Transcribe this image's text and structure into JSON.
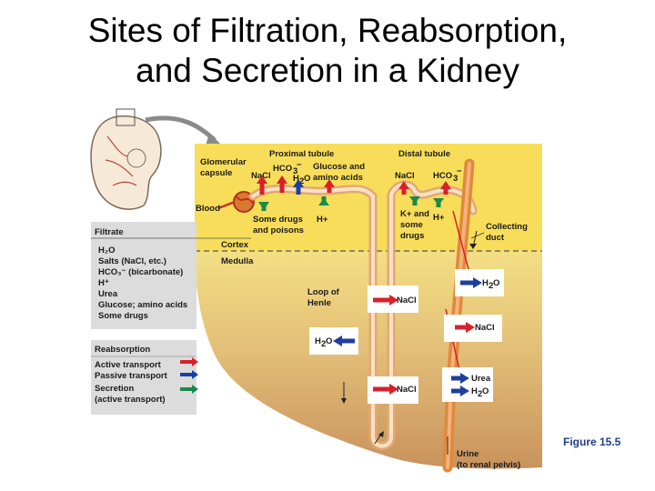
{
  "title": {
    "line1": "Sites of Filtration, Reabsorption,",
    "line2": "and Secretion in a Kidney"
  },
  "labels": {
    "glomerular_capsule_1": "Glomerular",
    "glomerular_capsule_2": "capsule",
    "blood": "Blood",
    "proximal_tubule": "Proximal tubule",
    "distal_tubule": "Distal tubule",
    "hco3": "HCO",
    "nacl": "NaCl",
    "h2o": "H",
    "glucose_1": "Glucose and",
    "glucose_2": "amino acids",
    "some_drugs_1": "Some drugs",
    "some_drugs_2": "and poisons",
    "h_plus": "H+",
    "k_and_1": "K+ and",
    "k_and_2": "some",
    "k_and_3": "drugs",
    "collecting_1": "Collecting",
    "collecting_2": "duct",
    "cortex": "Cortex",
    "medulla": "Medulla",
    "loop_1": "Loop of",
    "loop_2": "Henle",
    "urea": "Urea",
    "urine_1": "Urine",
    "urine_2": "(to renal pelvis)"
  },
  "filtrate_box": {
    "heading": "Filtrate",
    "items": [
      "H₂O",
      "Salts (NaCl, etc.)",
      "HCO₃⁻ (bicarbonate)",
      "H⁺",
      "Urea",
      "Glucose; amino acids",
      "Some drugs"
    ]
  },
  "legend_box": {
    "heading": "Reabsorption",
    "items": [
      {
        "label": "Active transport",
        "color": "#d8202a"
      },
      {
        "label": "Passive transport",
        "color": "#1d3f9e"
      },
      {
        "label": "Secretion",
        "color": ""
      },
      {
        "label": "(active transport)",
        "color": "#1a8a4a"
      }
    ]
  },
  "figure_caption": "Figure 15.5",
  "colors": {
    "active": "#d8202a",
    "passive": "#1d3f9e",
    "secretion": "#1a8a4a",
    "tubule": "#f2c79a",
    "cortex": "#f7dd5a",
    "medulla_top": "#e7c97a",
    "medulla_bottom": "#cf9a60"
  }
}
